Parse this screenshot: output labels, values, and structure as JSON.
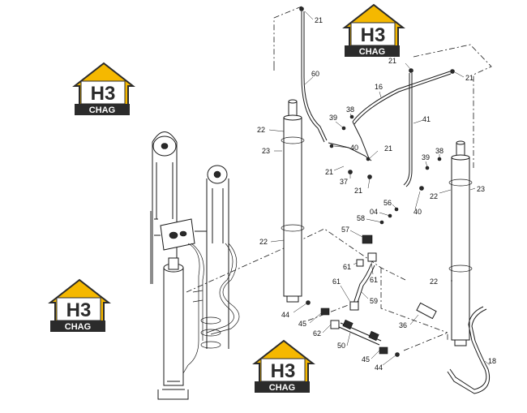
{
  "watermark": {
    "brand": "H3",
    "text": "CHAG",
    "colors": {
      "roof": "#f5b800",
      "outline": "#2b2b2b",
      "text": "#ffffff"
    }
  },
  "part_labels": [
    "21",
    "21",
    "21",
    "60",
    "16",
    "38",
    "39",
    "41",
    "40",
    "21",
    "22",
    "23",
    "21",
    "37",
    "21",
    "39",
    "38",
    "22",
    "23",
    "56",
    "04",
    "40",
    "58",
    "57",
    "22",
    "61",
    "61",
    "22",
    "61",
    "59",
    "44",
    "45",
    "36",
    "62",
    "50",
    "45",
    "44",
    "18"
  ]
}
